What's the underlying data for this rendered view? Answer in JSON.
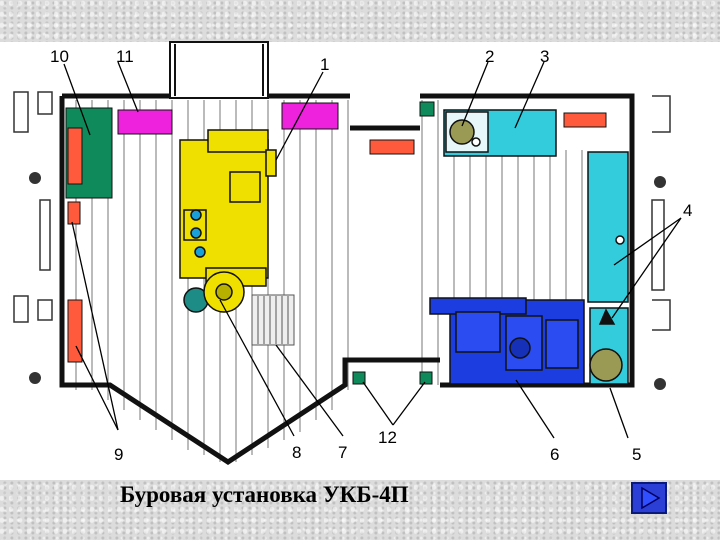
{
  "caption": "Буровая установка УКБ-4П",
  "callouts": {
    "n1": "1",
    "n2": "2",
    "n3": "3",
    "n4": "4",
    "n5": "5",
    "n6": "6",
    "n7": "7",
    "n8": "8",
    "n9": "9",
    "n10": "10",
    "n11": "11",
    "n12": "12"
  },
  "colors": {
    "engine_yellow": "#f0e000",
    "mud_pump_blue": "#1c3ee0",
    "tank_cyan": "#33ccdd",
    "magenta_panel": "#ee22dd",
    "red_unit": "#ff5a3c",
    "green_unit": "#0f8a5a",
    "nav_button": "#2b3fd6"
  },
  "nav": {
    "icon": "play-next-icon"
  }
}
